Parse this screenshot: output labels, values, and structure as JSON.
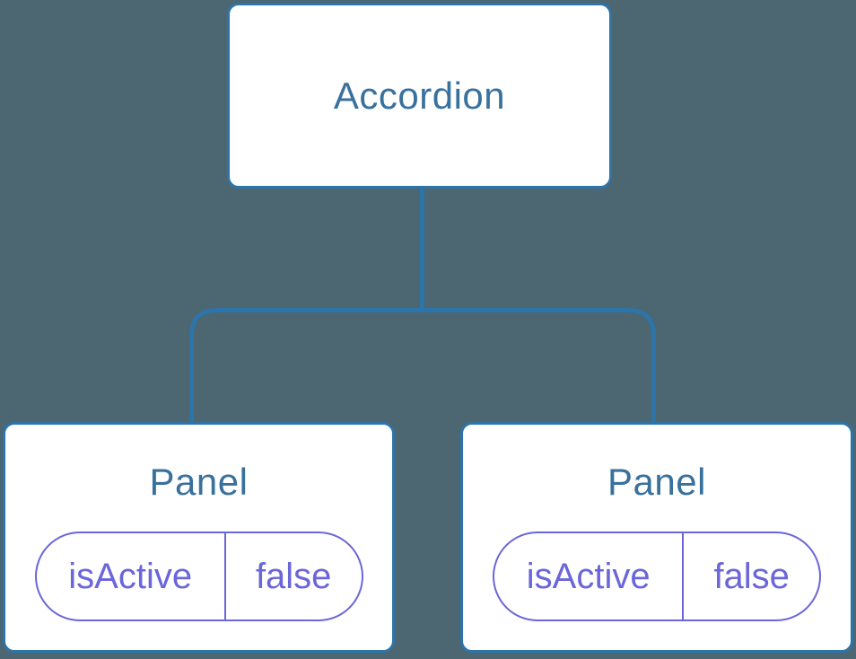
{
  "colors": {
    "background": "#4C6672",
    "connector": "#2D74A9",
    "node_fill": "#FFFFFF",
    "node_label": "#39719D",
    "state_pill": "#6B66D9"
  },
  "tree": {
    "root": {
      "label": "Accordion"
    },
    "children": [
      {
        "label": "Panel",
        "state": {
          "key": "isActive",
          "value": "false"
        }
      },
      {
        "label": "Panel",
        "state": {
          "key": "isActive",
          "value": "false"
        }
      }
    ]
  }
}
